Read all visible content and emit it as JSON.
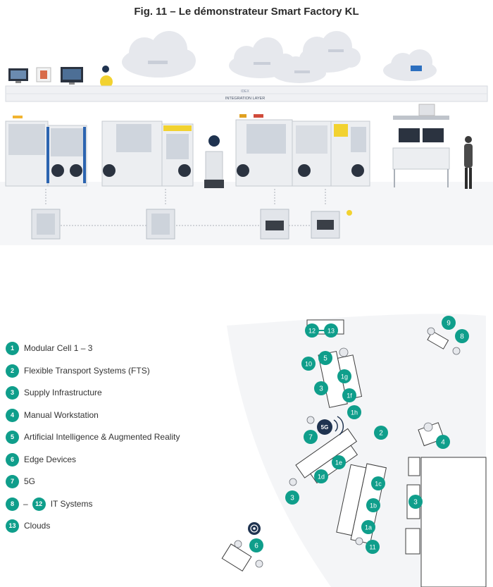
{
  "title": "Fig. 11 – Le démonstrateur Smart Factory KL",
  "colors": {
    "teal": "#0f9e8b",
    "navy": "#1f3350",
    "cloud": "#e7e9ee",
    "floor": "#f3f4f6"
  },
  "top": {
    "integration": {
      "small": "IDEX",
      "label": "INTEGRATION LAYER"
    }
  },
  "legend": [
    {
      "num": "1",
      "text": "Modular Cell 1 – 3"
    },
    {
      "num": "2",
      "text": "Flexible Transport Systems (FTS)"
    },
    {
      "num": "3",
      "text": "Supply Infrastructure"
    },
    {
      "num": "4",
      "text": "Manual Workstation"
    },
    {
      "num": "5",
      "text": "Artificial Intelligence & Augmented Reality"
    },
    {
      "num": "6",
      "text": "Edge Devices"
    },
    {
      "num": "7",
      "text": "5G"
    },
    {
      "num": "8",
      "num2": "12",
      "dash": "–",
      "text": "IT Systems"
    },
    {
      "num": "13",
      "text": "Clouds"
    }
  ],
  "plan": {
    "badge_5g": "5G",
    "markers": [
      {
        "id": "12",
        "label": "12"
      },
      {
        "id": "13",
        "label": "13"
      },
      {
        "id": "9",
        "label": "9"
      },
      {
        "id": "8",
        "label": "8"
      },
      {
        "id": "10",
        "label": "10"
      },
      {
        "id": "5",
        "label": "5"
      },
      {
        "id": "1g",
        "label": "1g"
      },
      {
        "id": "3a",
        "label": "3"
      },
      {
        "id": "1f",
        "label": "1f"
      },
      {
        "id": "1h",
        "label": "1h"
      },
      {
        "id": "2",
        "label": "2"
      },
      {
        "id": "4",
        "label": "4"
      },
      {
        "id": "7",
        "label": "7"
      },
      {
        "id": "1e",
        "label": "1e"
      },
      {
        "id": "1d",
        "label": "1d"
      },
      {
        "id": "1c",
        "label": "1c"
      },
      {
        "id": "3b",
        "label": "3"
      },
      {
        "id": "3c",
        "label": "3"
      },
      {
        "id": "1b",
        "label": "1b"
      },
      {
        "id": "1a",
        "label": "1a"
      },
      {
        "id": "11",
        "label": "11"
      },
      {
        "id": "6",
        "label": "6"
      }
    ]
  }
}
